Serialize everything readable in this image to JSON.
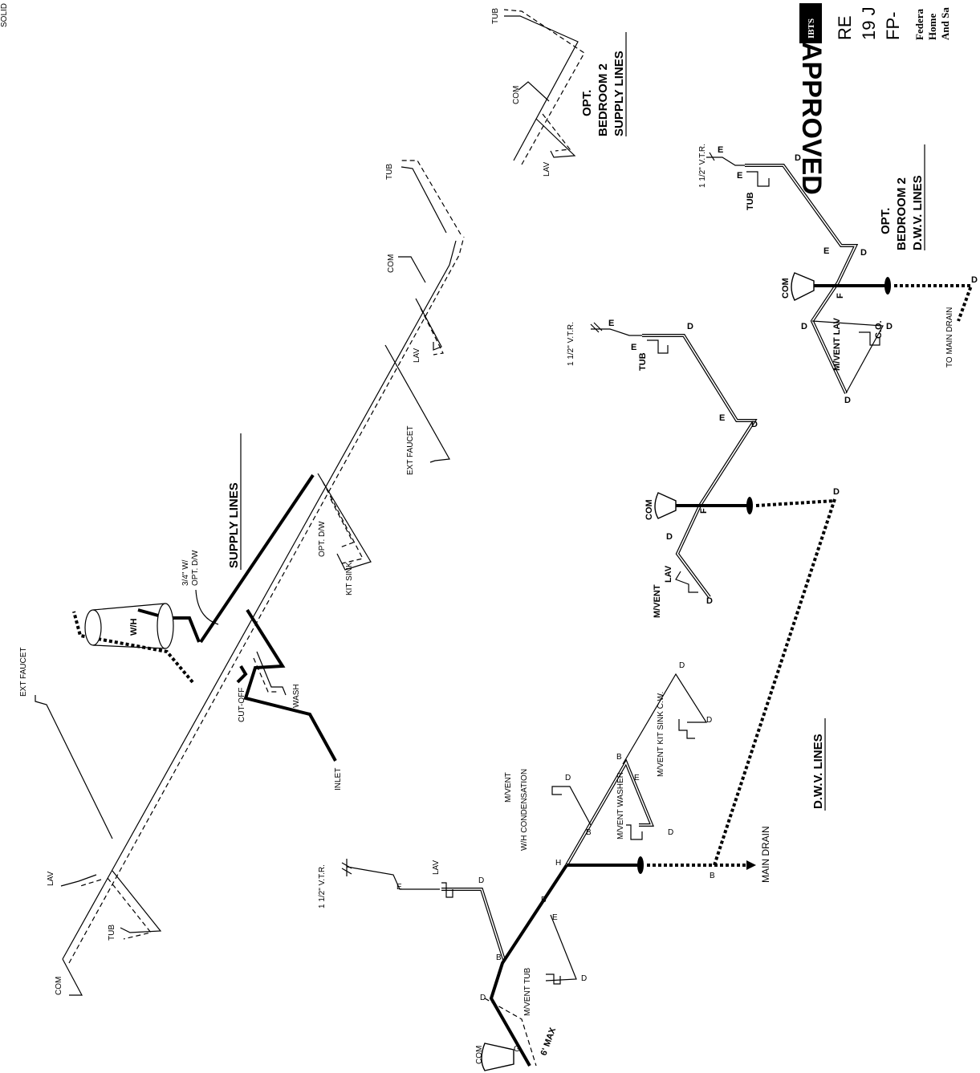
{
  "corner_label": "SOLID",
  "approval": {
    "logo_letters": "IBTS",
    "rev": "RE",
    "date": "19 J",
    "number": "FP-",
    "org_line1": "Federa",
    "org_line2": "Home",
    "org_line3": "And Sa",
    "approved": "APPROVED"
  },
  "sections": {
    "supply": "SUPPLY LINES",
    "dwv": "D.W.V. LINES",
    "opt": "OPT.",
    "bedroom2": "BEDROOM 2",
    "bedroom2_supply": "SUPPLY LINES",
    "bedroom2_dwv": "D.W.V. LINES"
  },
  "supply_labels": {
    "ext_faucet_left": "EXT FAUCET",
    "lav": "LAV",
    "tub": "TUB",
    "com": "COM",
    "cut_off": "CUT-OFF",
    "inlet": "INLET",
    "wash": "WASH",
    "wh": "W/H",
    "three_quarter": "3/4\" W/",
    "opt_dw_note": "OPT. D/W",
    "kit_sink": "KIT SINK",
    "opt_dw": "OPT. D/W",
    "ext_faucet_right": "EXT FAUCET",
    "lav_right": "LAV",
    "com_right": "COM",
    "tub_right": "TUB"
  },
  "bedroom_supply_labels": {
    "tub": "TUB",
    "com": "COM",
    "lav": "LAV"
  },
  "dwv_labels": {
    "vtr": "1 1/2\" V.T.R.",
    "lav": "LAV",
    "com": "COM",
    "mvent_tub": "M/VENT TUB",
    "max": "6' MAX",
    "wh_condensation": "W/H CONDENSATION",
    "mvent": "M/VENT",
    "mvent_washer": "M/VENT WASHER",
    "mvent_kit": "M/VENT KIT SINK C.W.",
    "main_drain": "MAIN DRAIN",
    "letters": [
      "E",
      "D",
      "B",
      "B",
      "E",
      "D",
      "G",
      "D",
      "H",
      "B",
      "D",
      "B",
      "E",
      "D",
      "D",
      "D",
      "B"
    ]
  },
  "middle_dwv_labels": {
    "vtr": "1 1/2\" V.T.R.",
    "tub": "TUB",
    "com": "COM",
    "lav": "LAV",
    "mvent": "M/VENT",
    "f": "F",
    "letters": [
      "E",
      "E",
      "D",
      "E",
      "D",
      "D",
      "D",
      "D"
    ]
  },
  "bedroom_dwv_labels": {
    "vtr": "1 1/2\" V.T.R.",
    "tub": "TUB",
    "com": "COM",
    "mvent_lav": "M/VENT LAV",
    "co": "C.O.",
    "to_main_drain": "TO MAIN DRAIN",
    "f": "F",
    "letters": [
      "E",
      "E",
      "D",
      "E",
      "D",
      "D",
      "D",
      "D",
      "D"
    ]
  }
}
